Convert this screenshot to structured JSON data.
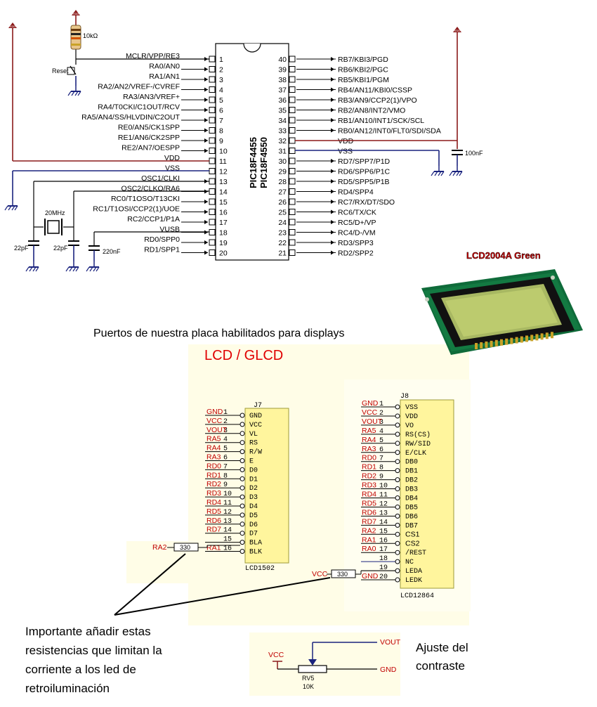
{
  "mcu": {
    "chip_name_1": "PIC18F4455",
    "chip_name_2": "PIC18F4550",
    "left_pins": [
      {
        "n": "1",
        "label": "MCLR/VPP/RE3"
      },
      {
        "n": "2",
        "label": "RA0/AN0"
      },
      {
        "n": "3",
        "label": "RA1/AN1"
      },
      {
        "n": "4",
        "label": "RA2/AN2/VREF-/CVREF"
      },
      {
        "n": "5",
        "label": "RA3/AN3/VREF+"
      },
      {
        "n": "6",
        "label": "RA4/T0CKI/C1OUT/RCV"
      },
      {
        "n": "7",
        "label": "RA5/AN4/SS/HLVDIN/C2OUT"
      },
      {
        "n": "8",
        "label": "RE0/AN5/CK1SPP"
      },
      {
        "n": "9",
        "label": "RE1/AN6/CK2SPP"
      },
      {
        "n": "10",
        "label": "RE2/AN7/OESPP"
      },
      {
        "n": "11",
        "label": "VDD"
      },
      {
        "n": "12",
        "label": "VSS"
      },
      {
        "n": "13",
        "label": "OSC1/CLKI"
      },
      {
        "n": "14",
        "label": "OSC2/CLKO/RA6"
      },
      {
        "n": "15",
        "label": "RC0/T1OSO/T13CKI"
      },
      {
        "n": "16",
        "label": "RC1/T1OSI/CCP2(1)/UOE"
      },
      {
        "n": "17",
        "label": "RC2/CCP1/P1A"
      },
      {
        "n": "18",
        "label": "VUSB"
      },
      {
        "n": "19",
        "label": "RD0/SPP0"
      },
      {
        "n": "20",
        "label": "RD1/SPP1"
      }
    ],
    "right_pins": [
      {
        "n": "40",
        "label": "RB7/KBI3/PGD"
      },
      {
        "n": "39",
        "label": "RB6/KBI2/PGC"
      },
      {
        "n": "38",
        "label": "RB5/KBI1/PGM"
      },
      {
        "n": "37",
        "label": "RB4/AN11/KBI0/CSSP"
      },
      {
        "n": "36",
        "label": "RB3/AN9/CCP2(1)/VPO"
      },
      {
        "n": "35",
        "label": "RB2/AN8/INT2/VMO"
      },
      {
        "n": "34",
        "label": "RB1/AN10/INT1/SCK/SCL"
      },
      {
        "n": "33",
        "label": "RB0/AN12/INT0/FLT0/SDI/SDA"
      },
      {
        "n": "32",
        "label": "VDD"
      },
      {
        "n": "31",
        "label": "VSS"
      },
      {
        "n": "30",
        "label": "RD7/SPP7/P1D"
      },
      {
        "n": "29",
        "label": "RD6/SPP6/P1C"
      },
      {
        "n": "28",
        "label": "RD5/SPP5/P1B"
      },
      {
        "n": "27",
        "label": "RD4/SPP4"
      },
      {
        "n": "26",
        "label": "RC7/RX/DT/SDO"
      },
      {
        "n": "25",
        "label": "RC6/TX/CK"
      },
      {
        "n": "24",
        "label": "RC5/D+/VP"
      },
      {
        "n": "23",
        "label": "RC4/D-/VM"
      },
      {
        "n": "22",
        "label": "RD3/SPP3"
      },
      {
        "n": "21",
        "label": "RD2/SPP2"
      }
    ],
    "components": {
      "pullup_resistor": "10kΩ",
      "reset_label": "Reset",
      "crystal": "20MHz",
      "cap_left_1": "22pF",
      "cap_left_2": "22pF",
      "cap_vusb": "220nF",
      "cap_vdd": "100nF"
    }
  },
  "lcd_photo": {
    "title": "LCD2004A Green"
  },
  "ports_heading": "Puertos de nuestra placa habilitados para displays",
  "section_title": "LCD / GLCD",
  "j7": {
    "ref": "J7",
    "part": "LCD1502",
    "rows": [
      {
        "net": "GND",
        "n": "1",
        "pin": "GND"
      },
      {
        "net": "VCC",
        "n": "2",
        "pin": "VCC"
      },
      {
        "net": "VOUT",
        "n": "3",
        "pin": "VL"
      },
      {
        "net": "RA5",
        "n": "4",
        "pin": "RS"
      },
      {
        "net": "RA4",
        "n": "5",
        "pin": "R/W"
      },
      {
        "net": "RA3",
        "n": "6",
        "pin": "E"
      },
      {
        "net": "RD0",
        "n": "7",
        "pin": "D0"
      },
      {
        "net": "RD1",
        "n": "8",
        "pin": "D1"
      },
      {
        "net": "RD2",
        "n": "9",
        "pin": "D2"
      },
      {
        "net": "RD3",
        "n": "10",
        "pin": "D3"
      },
      {
        "net": "RD4",
        "n": "11",
        "pin": "D4"
      },
      {
        "net": "RD5",
        "n": "12",
        "pin": "D5"
      },
      {
        "net": "RD6",
        "n": "13",
        "pin": "D6"
      },
      {
        "net": "RD7",
        "n": "14",
        "pin": "D7"
      },
      {
        "net": "",
        "n": "15",
        "pin": "BLA"
      },
      {
        "net": "RA1",
        "n": "16",
        "pin": "BLK"
      }
    ],
    "resistor_net": "RA2",
    "resistor_value": "330"
  },
  "j8": {
    "ref": "J8",
    "part": "LCD12864",
    "rows": [
      {
        "net": "GND",
        "n": "1",
        "pin": "VSS"
      },
      {
        "net": "VCC",
        "n": "2",
        "pin": "VDD"
      },
      {
        "net": "VOUT",
        "n": "3",
        "pin": "VO"
      },
      {
        "net": "RA5",
        "n": "4",
        "pin": "RS(CS)"
      },
      {
        "net": "RA4",
        "n": "5",
        "pin": "RW/SID"
      },
      {
        "net": "RA3",
        "n": "6",
        "pin": "E/CLK"
      },
      {
        "net": "RD0",
        "n": "7",
        "pin": "DB0"
      },
      {
        "net": "RD1",
        "n": "8",
        "pin": "DB1"
      },
      {
        "net": "RD2",
        "n": "9",
        "pin": "DB2"
      },
      {
        "net": "RD3",
        "n": "10",
        "pin": "DB3"
      },
      {
        "net": "RD4",
        "n": "11",
        "pin": "DB4"
      },
      {
        "net": "RD5",
        "n": "12",
        "pin": "DB5"
      },
      {
        "net": "RD6",
        "n": "13",
        "pin": "DB6"
      },
      {
        "net": "RD7",
        "n": "14",
        "pin": "DB7"
      },
      {
        "net": "RA2",
        "n": "15",
        "pin": "CS1"
      },
      {
        "net": "RA1",
        "n": "16",
        "pin": "CS2"
      },
      {
        "net": "RA0",
        "n": "17",
        "pin": "/REST"
      },
      {
        "net": "",
        "n": "18",
        "pin": "NC"
      },
      {
        "net": "",
        "n": "19",
        "pin": "LEDA"
      },
      {
        "net": "GND",
        "n": "20",
        "pin": "LEDK"
      }
    ],
    "resistor_net": "VCC",
    "resistor_value": "330"
  },
  "note": {
    "line1": "Importante añadir estas",
    "line2": "resistencias que limitan la",
    "line3": "corriente a los led de",
    "line4": "retroiluminación"
  },
  "pot": {
    "vcc": "VCC",
    "vout": "VOUT",
    "gnd": "GND",
    "ref": "RV5",
    "value": "10K",
    "caption1": "Ajuste del",
    "caption2": "contraste"
  }
}
